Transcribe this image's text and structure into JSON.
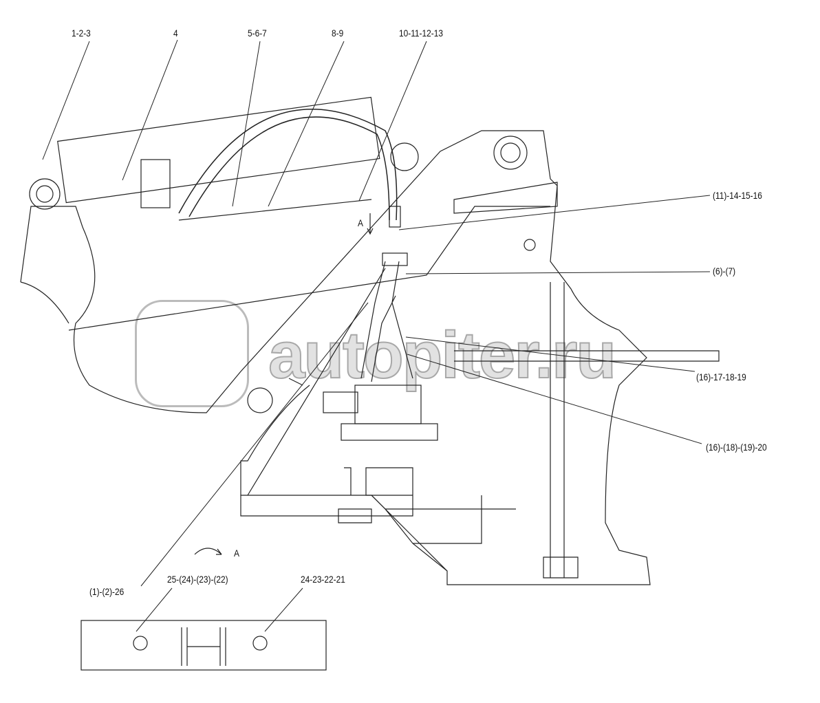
{
  "labels": {
    "l123": "1-2-3",
    "l4": "4",
    "l567": "5-6-7",
    "l89": "8-9",
    "l10": "10-11-12-13",
    "l11": "(11)-14-15-16",
    "l67": "(6)-(7)",
    "l16a": "(16)-17-18-19",
    "l16b": "(16)-(18)-(19)-20",
    "l126": "(1)-(2)-26",
    "l25": "25-(24)-(23)-(22)",
    "l24": "24-23-22-21",
    "viewA": "A",
    "viewA2": "A"
  },
  "watermark": "autopiter.ru"
}
